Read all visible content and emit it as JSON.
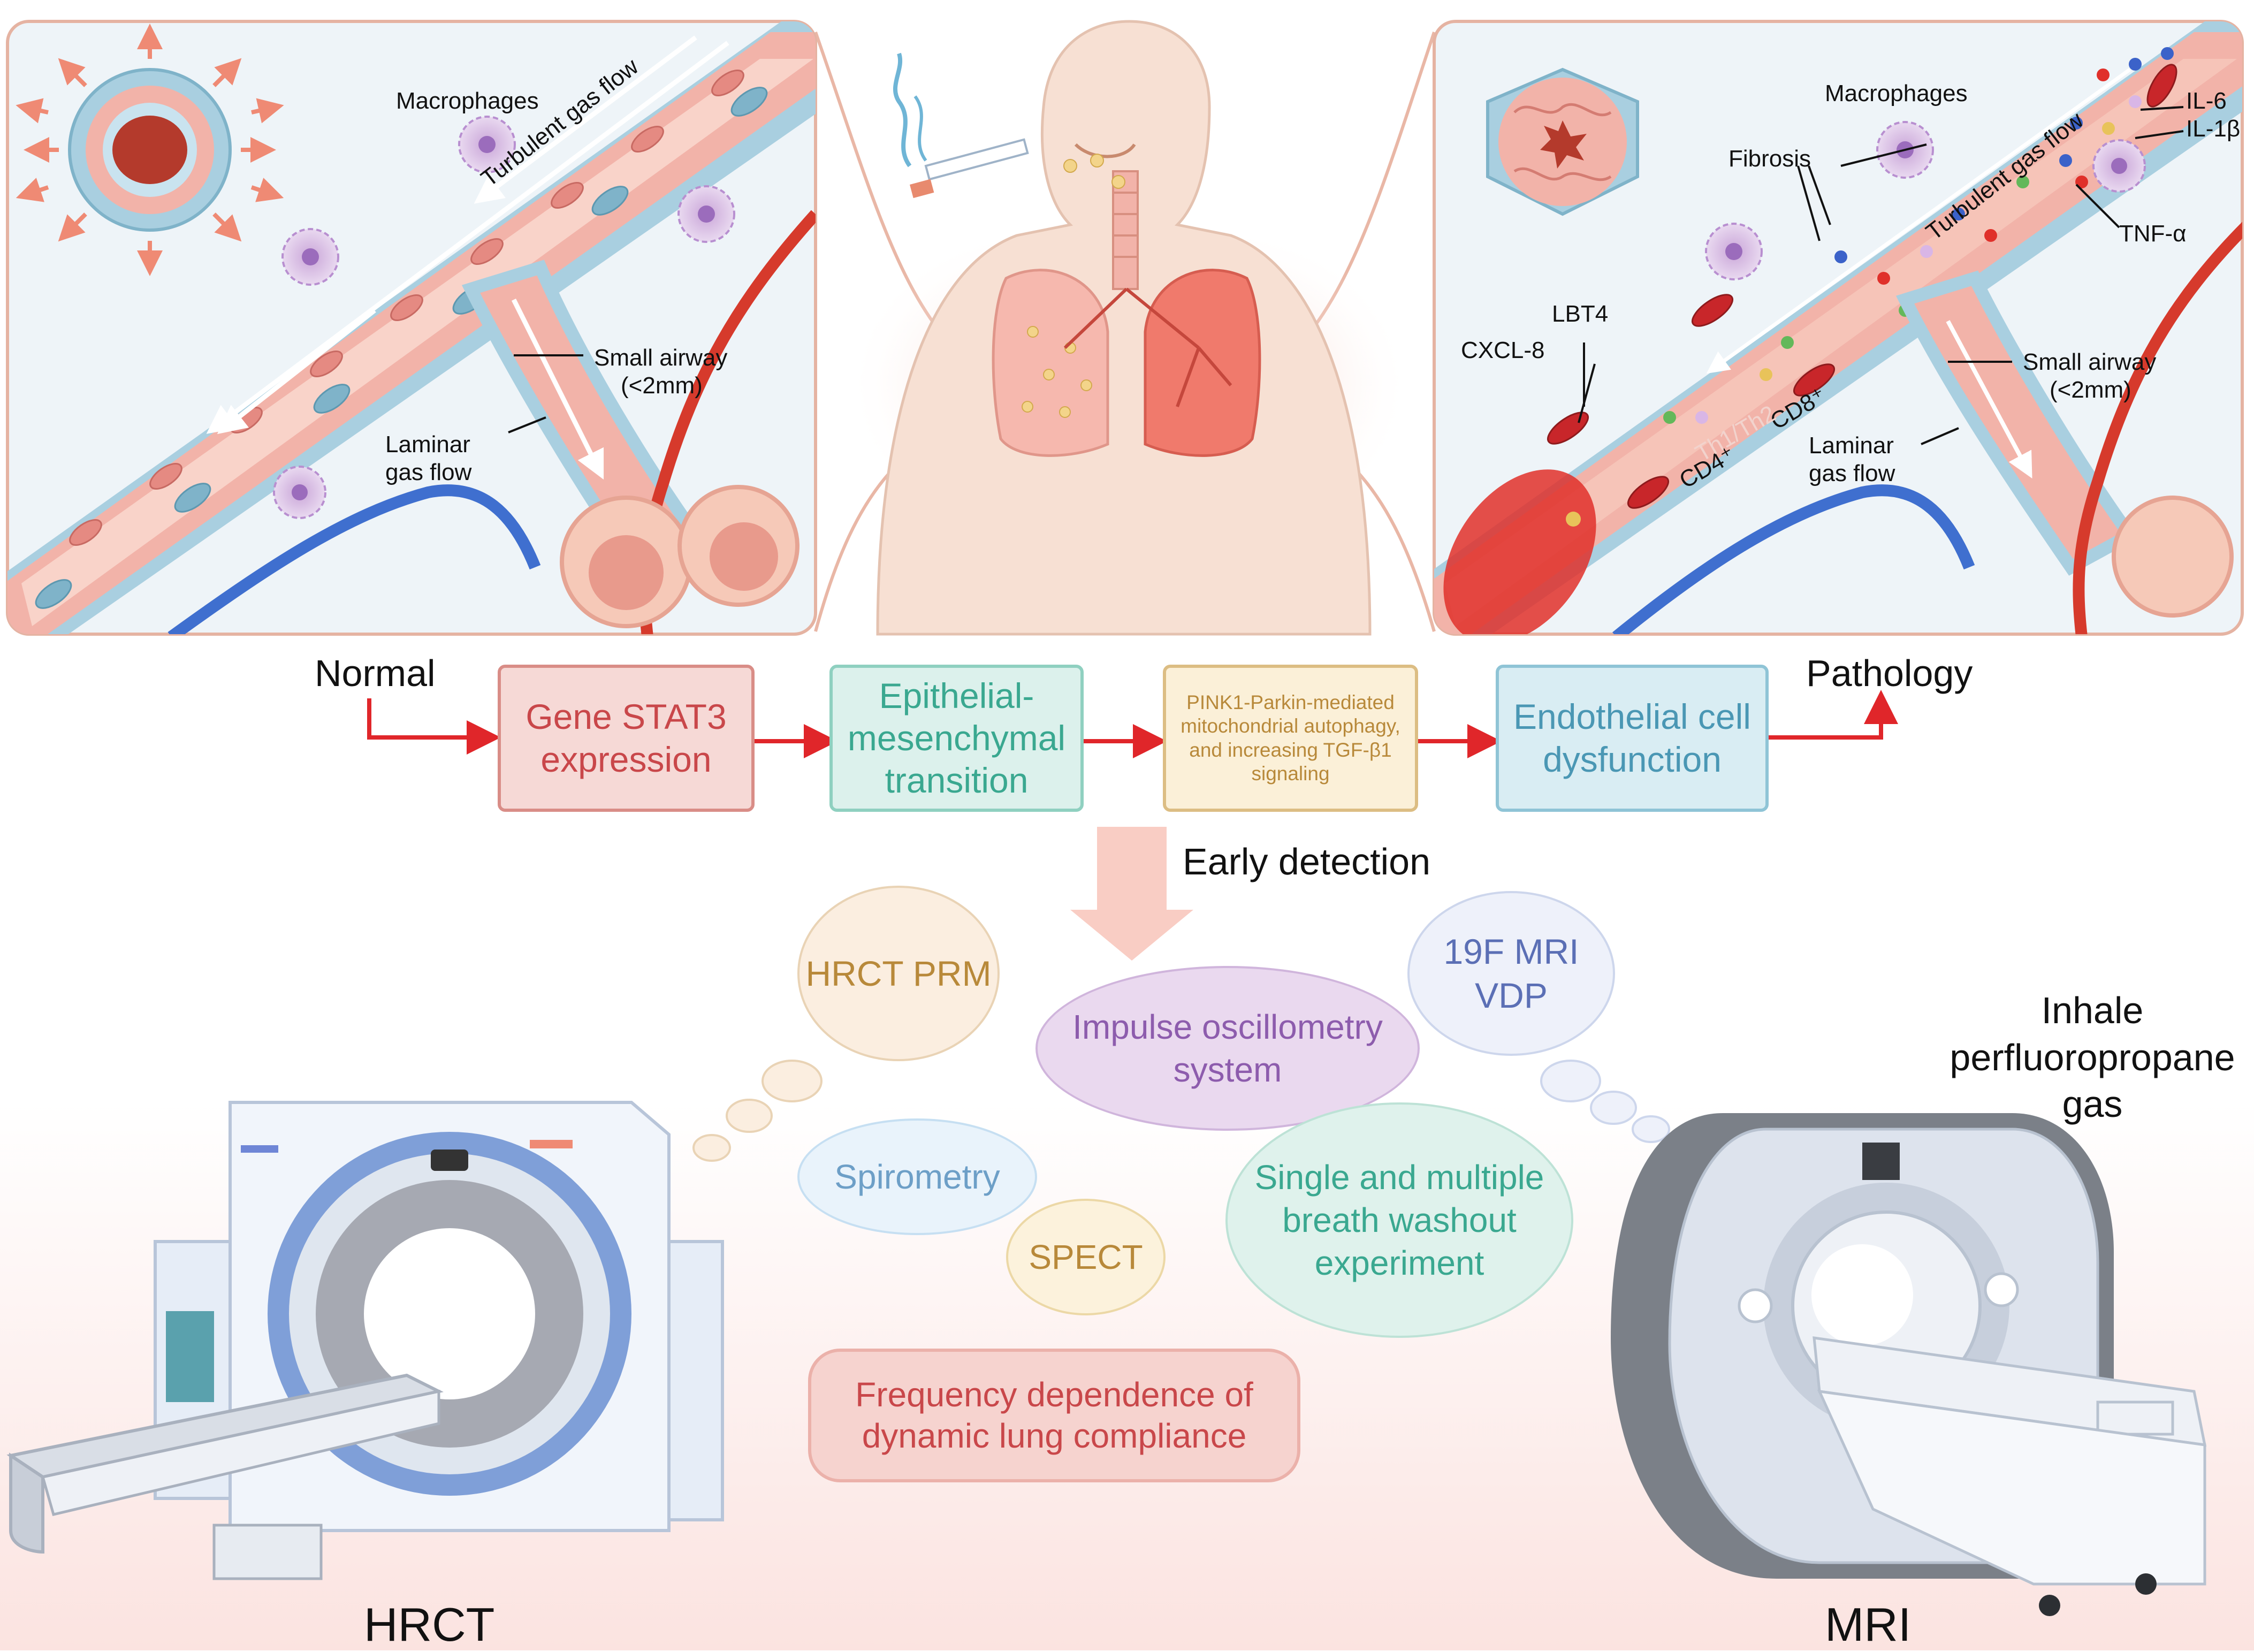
{
  "top_left_panel": {
    "macrophages": "Macrophages",
    "turbulent_flow": "Turbulent gas flow",
    "small_airway": "Small airway",
    "small_airway_size": "(<2mm)",
    "laminar_flow_1": "Laminar",
    "laminar_flow_2": "gas flow"
  },
  "top_right_panel": {
    "macrophages": "Macrophages",
    "fibrosis": "Fibrosis",
    "turbulent_flow": "Turbulent gas flow",
    "il6": "IL-6",
    "il1b": "IL-1β",
    "tnfa": "TNF-α",
    "lbt4": "LBT4",
    "cxcl8": "CXCL-8",
    "cd8": "CD8⁺",
    "cd4": "CD4⁺",
    "th1": "Th1/Th2",
    "small_airway": "Small airway",
    "small_airway_size": "(<2mm)",
    "laminar_flow_1": "Laminar",
    "laminar_flow_2": "gas flow"
  },
  "pathway": {
    "start": "Normal",
    "end": "Pathology",
    "steps": [
      {
        "label": "Gene STAT3 expression",
        "color": "#c9474a"
      },
      {
        "label": "Epithelial-mesenchymal transition",
        "color": "#3aa890"
      },
      {
        "label": "PINK1-Parkin-mediated mitochondrial autophagy, and increasing TGF-β1 signaling",
        "color": "#b8893a"
      },
      {
        "label": "Endothelial cell dysfunction",
        "color": "#4a97b4"
      }
    ]
  },
  "early_detection": "Early detection",
  "methods": {
    "hrct_prm": "HRCT PRM",
    "mri_vdp": "19F MRI VDP",
    "ios": "Impulse oscillometry system",
    "spirometry": "Spirometry",
    "spect": "SPECT",
    "washout": "Single and multiple breath washout experiment",
    "compliance": "Frequency dependence of dynamic lung compliance"
  },
  "devices": {
    "ct": "HRCT",
    "mri": "MRI",
    "gas_note": "Inhale perfluoropropane gas"
  }
}
